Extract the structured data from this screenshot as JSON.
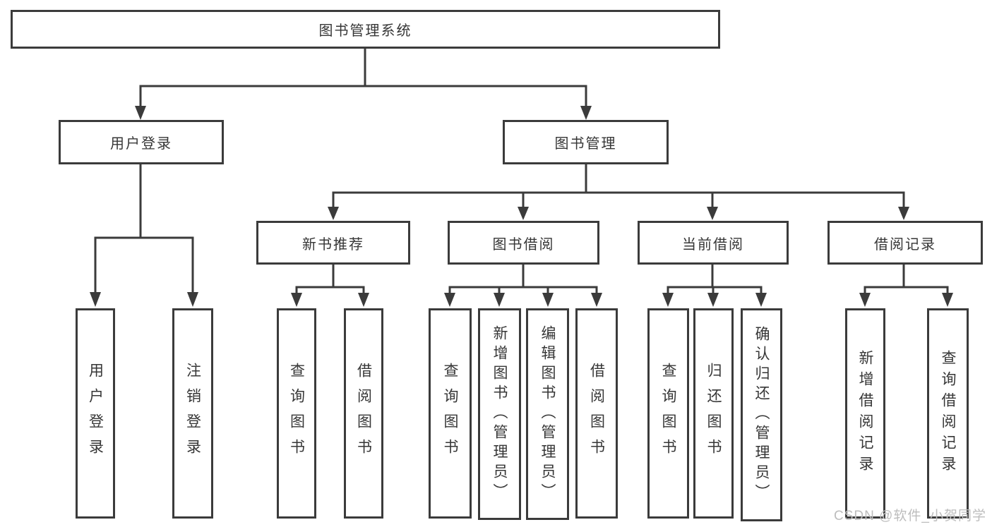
{
  "diagram": {
    "type": "hierarchy-tree",
    "direction": "top-down",
    "colors": {
      "background": "#ffffff",
      "box_border": "#3b3b3b",
      "box_fill": "#ffffff",
      "connector_line": "#3b3b3b",
      "text": "#363636",
      "watermark_text": "#bdbdbd"
    }
  },
  "tree": {
    "label": "图书管理系统",
    "children": [
      {
        "label": "用户登录",
        "children": [
          {
            "label": "用户登录"
          },
          {
            "label": "注销登录"
          }
        ]
      },
      {
        "label": "图书管理",
        "children": [
          {
            "label": "新书推荐",
            "children": [
              {
                "label": "查询图书"
              },
              {
                "label": "借阅图书"
              }
            ]
          },
          {
            "label": "图书借阅",
            "children": [
              {
                "label": "查询图书"
              },
              {
                "label": "新增图书（管理员）"
              },
              {
                "label": "编辑图书（管理员）"
              },
              {
                "label": "借阅图书"
              }
            ]
          },
          {
            "label": "当前借阅",
            "children": [
              {
                "label": "查询图书"
              },
              {
                "label": "归还图书"
              },
              {
                "label": "确认归还（管理员）"
              }
            ]
          },
          {
            "label": "借阅记录",
            "children": [
              {
                "label": "新增借阅记录"
              },
              {
                "label": "查询借阅记录"
              }
            ]
          }
        ]
      }
    ]
  },
  "watermark": {
    "text": "CSDN @软件_小贺同学"
  }
}
